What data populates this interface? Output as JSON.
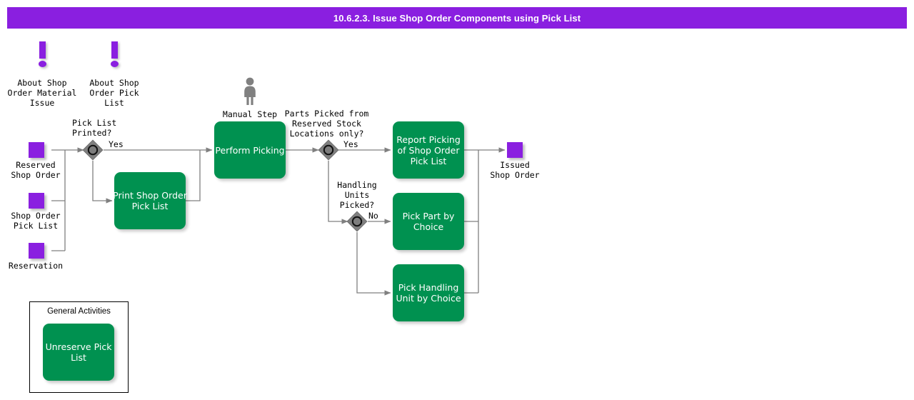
{
  "title": "10.6.2.3. Issue Shop Order Components using Pick List",
  "colors": {
    "banner": "#8a1fe0",
    "activity": "#009150",
    "data_object": "#8a1fe0",
    "gateway": "#808080",
    "connector": "#808080",
    "manual_step": "#808080"
  },
  "annotations": [
    {
      "id": "about-material-issue",
      "label": "About Shop\nOrder Material\nIssue",
      "icon": "exclamation-icon"
    },
    {
      "id": "about-pick-list",
      "label": "About Shop\nOrder Pick\nList",
      "icon": "exclamation-icon"
    }
  ],
  "manual_step": {
    "label": "Manual Step",
    "icon": "person-icon"
  },
  "data_objects": [
    {
      "id": "reserved-shop-order",
      "label": "Reserved\nShop Order"
    },
    {
      "id": "shop-order-pick-list",
      "label": "Shop Order\nPick List"
    },
    {
      "id": "reservation",
      "label": "Reservation"
    },
    {
      "id": "issued-shop-order",
      "label": "Issued\nShop Order"
    }
  ],
  "gateways": [
    {
      "id": "pick-list-printed",
      "question": "Pick List\nPrinted?",
      "branch_label": "Yes"
    },
    {
      "id": "parts-picked-reserved-stock",
      "question": "Parts Picked from\nReserved Stock\nLocations only?",
      "branch_label": "Yes"
    },
    {
      "id": "handling-units-picked",
      "question": "Handling\nUnits\nPicked?",
      "branch_label": "No"
    }
  ],
  "activities": [
    {
      "id": "print-shop-order-pick-list",
      "label": "Print Shop Order\nPick List"
    },
    {
      "id": "perform-picking",
      "label": "Perform Picking"
    },
    {
      "id": "report-picking-of-shop-order-pick-list",
      "label": "Report Picking\nof Shop Order\nPick List"
    },
    {
      "id": "pick-part-by-choice",
      "label": "Pick Part by\nChoice"
    },
    {
      "id": "pick-handling-unit-by-choice",
      "label": "Pick Handling\nUnit by Choice"
    }
  ],
  "general_activities": {
    "title": "General Activities",
    "items": [
      {
        "id": "unreserve-pick-list",
        "label": "Unreserve Pick\nList"
      }
    ]
  }
}
